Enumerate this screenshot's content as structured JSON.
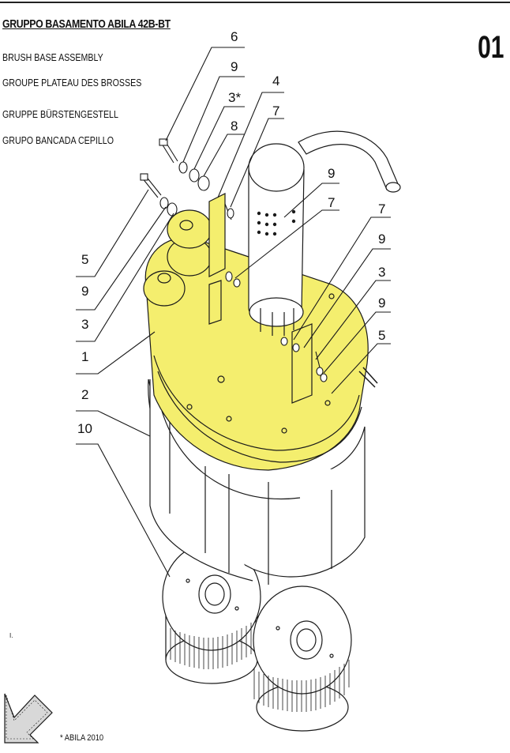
{
  "header": {
    "title_it": "GRUPPO BASAMENTO ABILA 42B-BT",
    "title_en": "BRUSH BASE ASSEMBLY",
    "title_fr": "GROUPE PLATEAU DES BROSSES",
    "title_de": "GRUPPE BÜRSTENGESTELL",
    "title_es": "GRUPO BANCADA CEPILLO",
    "page_number": "01"
  },
  "callouts": {
    "c6": "6",
    "c9a": "9",
    "c3a": "3*",
    "c8": "8",
    "c4": "4",
    "c7a": "7",
    "c9b": "9",
    "c7b": "7",
    "c7c": "7",
    "c9c": "9",
    "c3b": "3",
    "c9d": "9",
    "c5a": "5",
    "c5b": "5",
    "c9e": "9",
    "c3c": "3",
    "c1": "1",
    "c2": "2",
    "c10": "10"
  },
  "footer": {
    "copyright": "* ABILA 2010",
    "mark": "I."
  },
  "colors": {
    "highlight": "#f4ee6e",
    "line": "#1a1a1a"
  }
}
